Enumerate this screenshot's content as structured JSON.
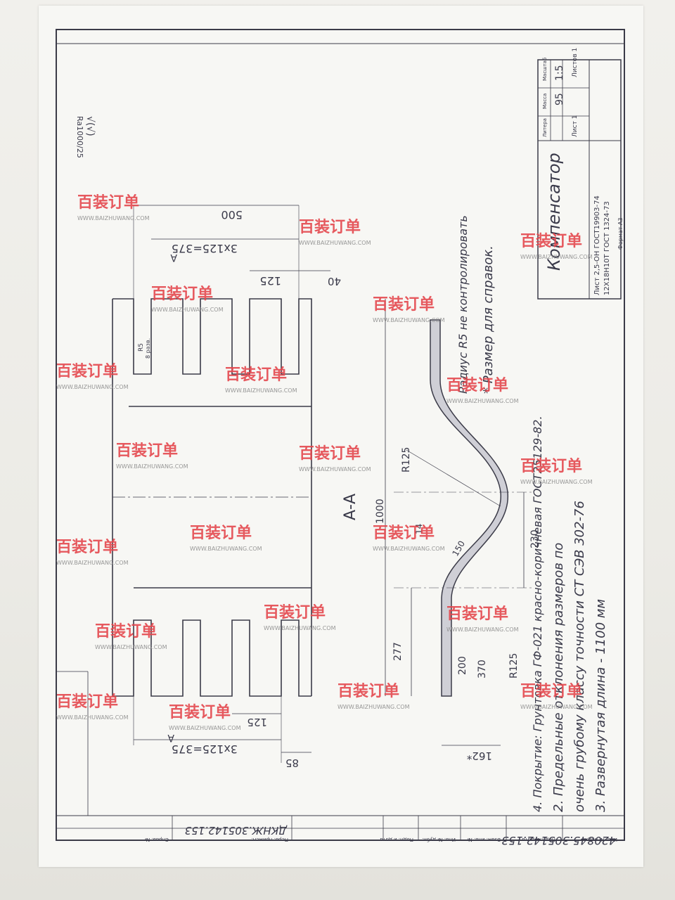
{
  "drawing": {
    "title": "Компенсатор",
    "designation": "420845.305142.153",
    "stamp_designation": "ДКНЖ.305142.153",
    "qty": "95",
    "scale": "1:5",
    "sheets": "Листов 1",
    "sheet": "Лист 1",
    "material_1": "Лист 2,5-ОН ГОСТ19903-74",
    "material_2": "12Х18Н10Т ГОСТ 1324-73",
    "format": "Формат А3",
    "roughness": "Ra1000/25",
    "roughness_sym": "√(√)",
    "section": "А-А",
    "note_radius": "Радиус R5 не контролировать",
    "note_ref": "* Размер для справок.",
    "notes": [
      "4. Покрытие: Грунтовка ГФ-021 красно-коричневая ГОСТ25129-82.",
      "2. Предельные отклонения размеров по",
      "очень грубому классу точности СТ СЭВ 302-76",
      "3. Развернутая длина - 1100 мм"
    ],
    "dims": {
      "d500": "500",
      "d3x125_top": "3х125=375",
      "d125_top": "125",
      "d40": "40",
      "d1000": "1000",
      "d3x125_bot": "3х125=375",
      "d125_bot": "125",
      "d85": "85",
      "dR5": "R5",
      "dR5b": "8 разв.",
      "dR125a": "R125",
      "dR125b": "R125",
      "d230": "230",
      "d150": "150",
      "d277": "277",
      "d200": "200",
      "d370": "370",
      "d162": "162*",
      "d14": "14",
      "markA": "А",
      "markA2": "А"
    },
    "stamp_cols": [
      "Инв. № подл.",
      "Подп. и дата",
      "Взам. инв. №",
      "Инв. № дубл.",
      "Подп. и дата"
    ],
    "stamp_left": [
      "Перв. примен.",
      "Справ. №"
    ],
    "title_block_heads": [
      "Литера",
      "Масса",
      "Масштаб"
    ]
  },
  "watermark": {
    "logo": "百装订单",
    "url": "WWW.BAIZHUWANG.COM"
  },
  "colors": {
    "ink": "#3b3b48",
    "watermark": "#e4474d"
  }
}
